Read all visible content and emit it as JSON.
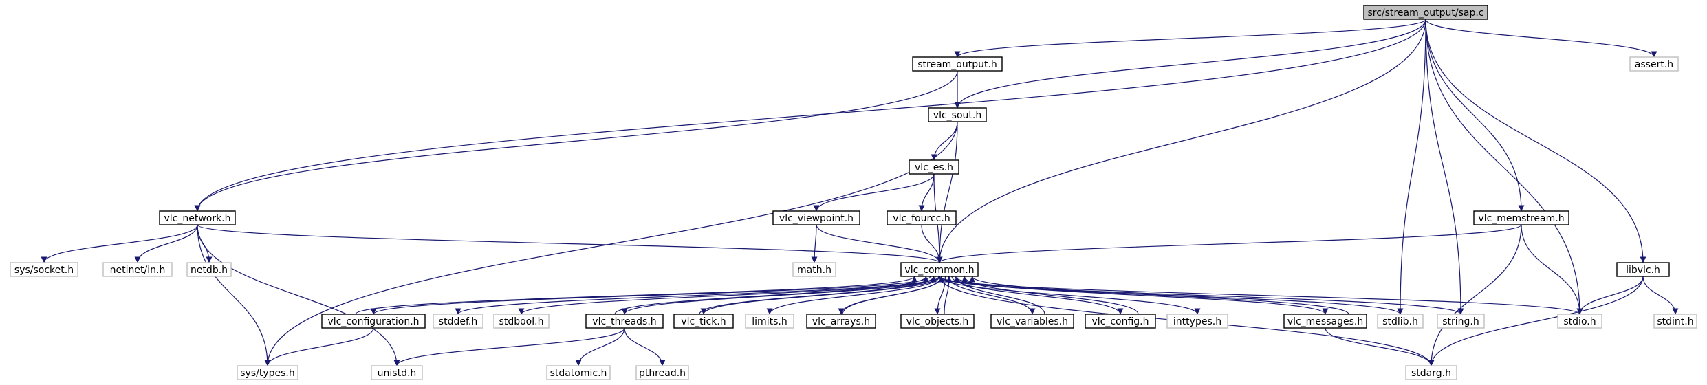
{
  "diagram": {
    "nodes": [
      {
        "id": "sap_c",
        "label": "src/stream_output/sap.c",
        "kind": "root"
      },
      {
        "id": "stream_output_h",
        "label": "stream_output.h",
        "kind": "internal"
      },
      {
        "id": "assert_h",
        "label": "assert.h",
        "kind": "external"
      },
      {
        "id": "vlc_sout_h",
        "label": "vlc_sout.h",
        "kind": "internal"
      },
      {
        "id": "vlc_es_h",
        "label": "vlc_es.h",
        "kind": "internal"
      },
      {
        "id": "vlc_network_h",
        "label": "vlc_network.h",
        "kind": "internal"
      },
      {
        "id": "vlc_viewpoint_h",
        "label": "vlc_viewpoint.h",
        "kind": "internal"
      },
      {
        "id": "vlc_fourcc_h",
        "label": "vlc_fourcc.h",
        "kind": "internal"
      },
      {
        "id": "vlc_memstream_h",
        "label": "vlc_memstream.h",
        "kind": "internal"
      },
      {
        "id": "libvlc_h",
        "label": "libvlc.h",
        "kind": "internal"
      },
      {
        "id": "sys_socket_h",
        "label": "sys/socket.h",
        "kind": "external"
      },
      {
        "id": "netinet_in_h",
        "label": "netinet/in.h",
        "kind": "external"
      },
      {
        "id": "netdb_h",
        "label": "netdb.h",
        "kind": "external"
      },
      {
        "id": "math_h",
        "label": "math.h",
        "kind": "external"
      },
      {
        "id": "vlc_common_h",
        "label": "vlc_common.h",
        "kind": "internal"
      },
      {
        "id": "vlc_configuration_h",
        "label": "vlc_configuration.h",
        "kind": "internal"
      },
      {
        "id": "stddef_h",
        "label": "stddef.h",
        "kind": "external"
      },
      {
        "id": "stdbool_h",
        "label": "stdbool.h",
        "kind": "external"
      },
      {
        "id": "vlc_threads_h",
        "label": "vlc_threads.h",
        "kind": "internal"
      },
      {
        "id": "vlc_tick_h",
        "label": "vlc_tick.h",
        "kind": "internal"
      },
      {
        "id": "limits_h",
        "label": "limits.h",
        "kind": "external"
      },
      {
        "id": "vlc_arrays_h",
        "label": "vlc_arrays.h",
        "kind": "internal"
      },
      {
        "id": "vlc_objects_h",
        "label": "vlc_objects.h",
        "kind": "internal"
      },
      {
        "id": "vlc_variables_h",
        "label": "vlc_variables.h",
        "kind": "internal"
      },
      {
        "id": "vlc_config_h",
        "label": "vlc_config.h",
        "kind": "internal"
      },
      {
        "id": "inttypes_h",
        "label": "inttypes.h",
        "kind": "external"
      },
      {
        "id": "vlc_messages_h",
        "label": "vlc_messages.h",
        "kind": "internal"
      },
      {
        "id": "stdlib_h",
        "label": "stdlib.h",
        "kind": "external"
      },
      {
        "id": "string_h",
        "label": "string.h",
        "kind": "external"
      },
      {
        "id": "stdio_h",
        "label": "stdio.h",
        "kind": "external"
      },
      {
        "id": "stdint_h",
        "label": "stdint.h",
        "kind": "external"
      },
      {
        "id": "sys_types_h",
        "label": "sys/types.h",
        "kind": "external"
      },
      {
        "id": "unistd_h",
        "label": "unistd.h",
        "kind": "external"
      },
      {
        "id": "stdatomic_h",
        "label": "stdatomic.h",
        "kind": "external"
      },
      {
        "id": "pthread_h",
        "label": "pthread.h",
        "kind": "external"
      },
      {
        "id": "stdarg_h",
        "label": "stdarg.h",
        "kind": "external"
      }
    ],
    "edges": [
      [
        "sap_c",
        "stream_output_h"
      ],
      [
        "sap_c",
        "assert_h"
      ],
      [
        "sap_c",
        "vlc_sout_h"
      ],
      [
        "sap_c",
        "vlc_network_h"
      ],
      [
        "sap_c",
        "vlc_common_h"
      ],
      [
        "sap_c",
        "stdlib_h"
      ],
      [
        "sap_c",
        "string_h"
      ],
      [
        "sap_c",
        "vlc_memstream_h"
      ],
      [
        "sap_c",
        "stdio_h"
      ],
      [
        "sap_c",
        "libvlc_h"
      ],
      [
        "stream_output_h",
        "vlc_sout_h"
      ],
      [
        "stream_output_h",
        "vlc_network_h"
      ],
      [
        "vlc_sout_h",
        "vlc_es_h"
      ],
      [
        "vlc_sout_h",
        "vlc_common_h"
      ],
      [
        "vlc_sout_h",
        "sys_types_h"
      ],
      [
        "vlc_es_h",
        "vlc_viewpoint_h"
      ],
      [
        "vlc_es_h",
        "vlc_fourcc_h"
      ],
      [
        "vlc_es_h",
        "vlc_common_h"
      ],
      [
        "vlc_viewpoint_h",
        "math_h"
      ],
      [
        "vlc_viewpoint_h",
        "vlc_common_h"
      ],
      [
        "vlc_fourcc_h",
        "vlc_common_h"
      ],
      [
        "vlc_network_h",
        "sys_socket_h"
      ],
      [
        "vlc_network_h",
        "netinet_in_h"
      ],
      [
        "vlc_network_h",
        "netdb_h"
      ],
      [
        "vlc_network_h",
        "vlc_common_h"
      ],
      [
        "vlc_network_h",
        "sys_types_h"
      ],
      [
        "vlc_network_h",
        "unistd_h"
      ],
      [
        "vlc_memstream_h",
        "vlc_common_h"
      ],
      [
        "vlc_memstream_h",
        "stdio_h"
      ],
      [
        "vlc_memstream_h",
        "stdarg_h"
      ],
      [
        "libvlc_h",
        "stdio_h"
      ],
      [
        "libvlc_h",
        "stdint_h"
      ],
      [
        "libvlc_h",
        "stdarg_h"
      ],
      [
        "vlc_common_h",
        "vlc_configuration_h"
      ],
      [
        "vlc_common_h",
        "stddef_h"
      ],
      [
        "vlc_common_h",
        "stdbool_h"
      ],
      [
        "vlc_common_h",
        "vlc_threads_h"
      ],
      [
        "vlc_common_h",
        "vlc_tick_h"
      ],
      [
        "vlc_common_h",
        "limits_h"
      ],
      [
        "vlc_common_h",
        "vlc_arrays_h"
      ],
      [
        "vlc_common_h",
        "vlc_objects_h"
      ],
      [
        "vlc_common_h",
        "vlc_variables_h"
      ],
      [
        "vlc_common_h",
        "vlc_config_h"
      ],
      [
        "vlc_common_h",
        "inttypes_h"
      ],
      [
        "vlc_common_h",
        "vlc_messages_h"
      ],
      [
        "vlc_common_h",
        "stdlib_h"
      ],
      [
        "vlc_common_h",
        "string_h"
      ],
      [
        "vlc_common_h",
        "stdio_h"
      ],
      [
        "vlc_common_h",
        "stdarg_h"
      ],
      [
        "vlc_configuration_h",
        "vlc_common_h"
      ],
      [
        "vlc_configuration_h",
        "sys_types_h"
      ],
      [
        "vlc_threads_h",
        "vlc_common_h"
      ],
      [
        "vlc_threads_h",
        "unistd_h"
      ],
      [
        "vlc_threads_h",
        "stdatomic_h"
      ],
      [
        "vlc_threads_h",
        "pthread_h"
      ],
      [
        "vlc_tick_h",
        "vlc_common_h"
      ],
      [
        "vlc_arrays_h",
        "vlc_common_h"
      ],
      [
        "vlc_objects_h",
        "vlc_common_h"
      ],
      [
        "vlc_variables_h",
        "vlc_common_h"
      ],
      [
        "vlc_config_h",
        "vlc_common_h"
      ],
      [
        "vlc_messages_h",
        "vlc_common_h"
      ],
      [
        "vlc_messages_h",
        "stdarg_h"
      ]
    ],
    "colors": {
      "root_fill": "#bfbfbf",
      "root_border": "#000000",
      "internal_border": "#000000",
      "external_border": "#bfbfbf",
      "node_fill": "#ffffff",
      "edge": "#191970"
    }
  }
}
